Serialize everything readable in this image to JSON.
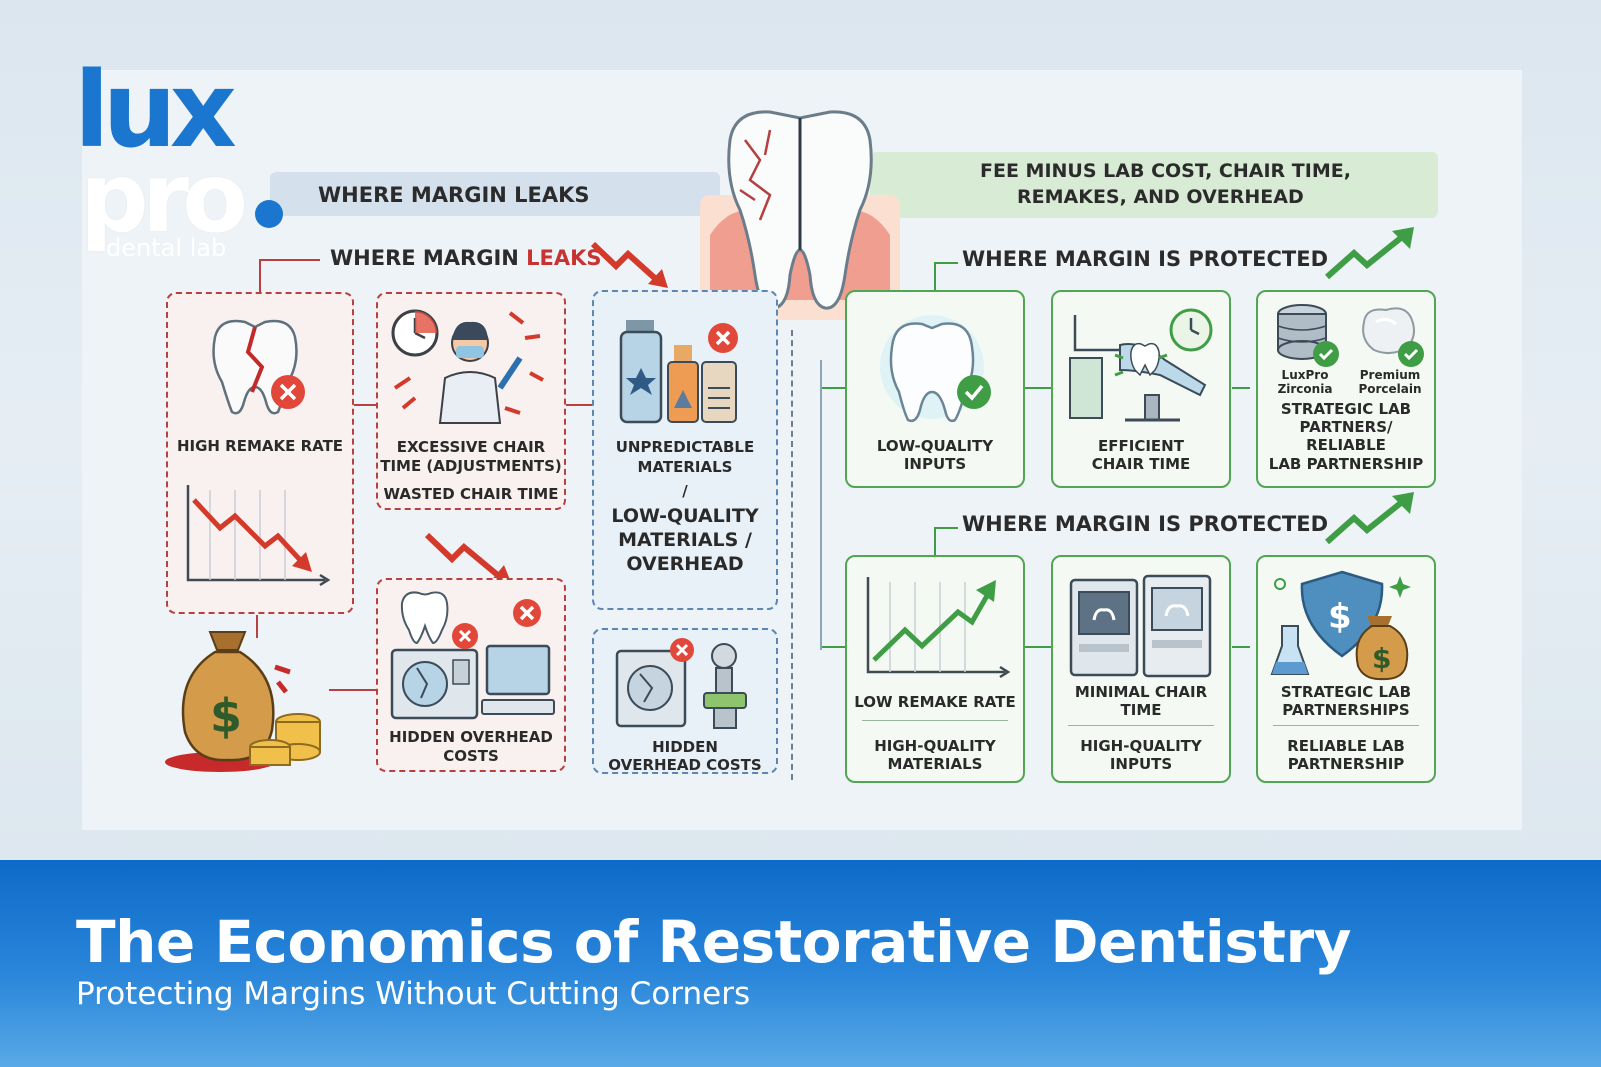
{
  "logo": {
    "lux": "lux",
    "pro": "pro",
    "sub": "dental lab"
  },
  "top_left_bar": "WHERE MARGIN LEAKS",
  "top_right_bar": {
    "line1": "FEE MINUS LAB COST, CHAIR TIME,",
    "line2": "REMAKES, AND OVERHEAD"
  },
  "leaks_heading": {
    "prefix": "WHERE MARGIN ",
    "accent": "LEAKS"
  },
  "protected_heading_1": "WHERE MARGIN IS PROTECTED",
  "protected_heading_2": "WHERE MARGIN IS PROTECTED",
  "leaks": {
    "remake": "HIGH REMAKE RATE",
    "chair_1": "EXCESSIVE CHAIR",
    "chair_2": "TIME (ADJUSTMENTS)",
    "chair_3": "WASTED CHAIR TIME",
    "materials_1": "UNPREDICTABLE",
    "materials_2": "MATERIALS",
    "materials_3": "/",
    "materials_4": "LOW-QUALITY",
    "materials_5": "MATERIALS /",
    "materials_6": "OVERHEAD",
    "overhead_1": "HIDDEN OVERHEAD",
    "overhead_2": "COSTS",
    "overhead_small_1": "HIDDEN",
    "overhead_small_2": "OVERHEAD COSTS"
  },
  "protected_top": {
    "inputs_1": "LOW-QUALITY",
    "inputs_2": "INPUTS",
    "chair_1": "EFFICIENT",
    "chair_2": "CHAIR TIME",
    "zirconia_1": "LuxPro",
    "zirconia_2": "Zirconia",
    "porcelain_1": "Premium",
    "porcelain_2": "Porcelain",
    "partner_1": "STRATEGIC LAB",
    "partner_2": "PARTNERS/",
    "partner_3": "RELIABLE",
    "partner_4": "LAB PARTNERSHIP"
  },
  "protected_bottom": {
    "remake": "LOW REMAKE RATE",
    "materials_1": "HIGH-QUALITY",
    "materials_2": "MATERIALS",
    "chair_1": "MINIMAL CHAIR",
    "chair_2": "TIME",
    "inputs_1": "HIGH-QUALITY",
    "inputs_2": "INPUTS",
    "partner_1": "STRATEGIC LAB",
    "partner_2": "PARTNERSHIPS",
    "partner_3": "RELIABLE LAB",
    "partner_4": "PARTNERSHIP"
  },
  "banner": {
    "title": "The Economics of Restorative Dentistry",
    "subtitle": "Protecting Margins Without Cutting Corners"
  },
  "colors": {
    "brand_blue": "#1a76cf",
    "leak_red": "#c73232",
    "protect_green": "#3f9e45"
  }
}
